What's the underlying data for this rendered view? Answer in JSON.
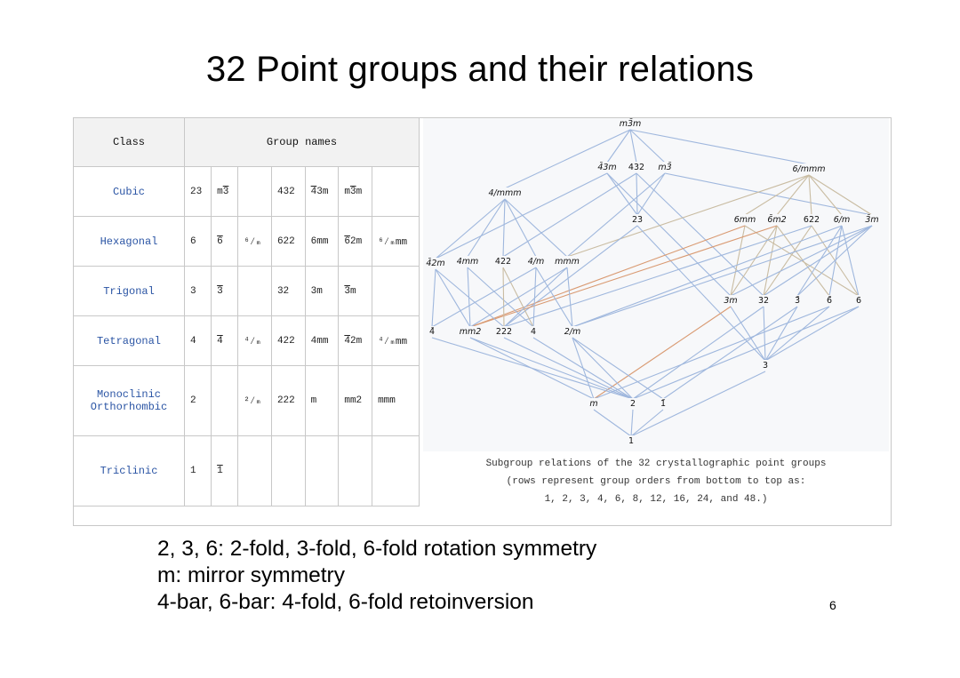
{
  "title": "32 Point groups and their relations",
  "table": {
    "header_class": "Class",
    "header_groups": "Group names",
    "rows": [
      {
        "class": "Cubic",
        "g": [
          {
            "t": "23"
          },
          {
            "t": "m3",
            "ov": "3"
          },
          {
            "t": ""
          },
          {
            "t": "432"
          },
          {
            "t": "43m",
            "ov": "4"
          },
          {
            "t": "m3m",
            "ov": "3"
          },
          {
            "t": ""
          }
        ]
      },
      {
        "class": "Hexagonal",
        "g": [
          {
            "t": "6"
          },
          {
            "t": "6",
            "ov": "6"
          },
          {
            "t": "⁶⁄ₘ"
          },
          {
            "t": "622"
          },
          {
            "t": "6mm"
          },
          {
            "t": "62m",
            "ov": "6"
          },
          {
            "t": "⁶⁄ₘmm"
          }
        ]
      },
      {
        "class": "Trigonal",
        "g": [
          {
            "t": "3"
          },
          {
            "t": "3",
            "ov": "3"
          },
          {
            "t": ""
          },
          {
            "t": "32"
          },
          {
            "t": "3m"
          },
          {
            "t": "3m",
            "ov": "3"
          },
          {
            "t": ""
          }
        ]
      },
      {
        "class": "Tetragonal",
        "g": [
          {
            "t": "4"
          },
          {
            "t": "4",
            "ov": "4"
          },
          {
            "t": "⁴⁄ₘ"
          },
          {
            "t": "422"
          },
          {
            "t": "4mm"
          },
          {
            "t": "42m",
            "ov": "4"
          },
          {
            "t": "⁴⁄ₘmm"
          }
        ]
      },
      {
        "class": "Monoclinic Orthorhombic",
        "g": [
          {
            "t": "2"
          },
          {
            "t": ""
          },
          {
            "t": "²⁄ₘ"
          },
          {
            "t": "222"
          },
          {
            "t": "m"
          },
          {
            "t": "mm2"
          },
          {
            "t": "mmm"
          }
        ]
      },
      {
        "class": "Triclinic",
        "g": [
          {
            "t": "1"
          },
          {
            "t": "1",
            "ov": "1"
          },
          {
            "t": ""
          },
          {
            "t": ""
          },
          {
            "t": ""
          },
          {
            "t": ""
          },
          {
            "t": ""
          }
        ]
      }
    ]
  },
  "diagram": {
    "nodes": [
      {
        "id": "m3m",
        "label": "m3̄m"
      },
      {
        "id": "43m",
        "label": "4̄3m"
      },
      {
        "id": "432",
        "label": "432"
      },
      {
        "id": "m3",
        "label": "m3̄"
      },
      {
        "id": "6/mmm",
        "label": "6/mmm"
      },
      {
        "id": "4/mmm",
        "label": "4/mmm"
      },
      {
        "id": "23",
        "label": "23"
      },
      {
        "id": "6mm",
        "label": "6mm"
      },
      {
        "id": "6m2",
        "label": "6̄m2"
      },
      {
        "id": "622",
        "label": "622"
      },
      {
        "id": "6/m",
        "label": "6/m"
      },
      {
        "id": "3m_bar",
        "label": "3̄m"
      },
      {
        "id": "42m",
        "label": "4̄2m"
      },
      {
        "id": "4mm",
        "label": "4mm"
      },
      {
        "id": "422",
        "label": "422"
      },
      {
        "id": "4/m",
        "label": "4/m"
      },
      {
        "id": "mmm",
        "label": "mmm"
      },
      {
        "id": "3m",
        "label": "3m"
      },
      {
        "id": "32",
        "label": "32"
      },
      {
        "id": "3bar",
        "label": "3̄"
      },
      {
        "id": "6bar",
        "label": "6̄"
      },
      {
        "id": "6",
        "label": "6"
      },
      {
        "id": "4bar",
        "label": "4̄"
      },
      {
        "id": "mm2",
        "label": "mm2"
      },
      {
        "id": "222",
        "label": "222"
      },
      {
        "id": "4",
        "label": "4"
      },
      {
        "id": "2/m",
        "label": "2/m"
      },
      {
        "id": "3",
        "label": "3"
      },
      {
        "id": "m",
        "label": "m"
      },
      {
        "id": "2",
        "label": "2"
      },
      {
        "id": "1bar",
        "label": "1̄"
      },
      {
        "id": "1",
        "label": "1"
      }
    ],
    "edges": [
      [
        "m3m",
        "43m",
        "b"
      ],
      [
        "m3m",
        "432",
        "b"
      ],
      [
        "m3m",
        "m3",
        "b"
      ],
      [
        "m3m",
        "4/mmm",
        "b"
      ],
      [
        "m3m",
        "6/mmm",
        "b"
      ],
      [
        "43m",
        "23",
        "b"
      ],
      [
        "432",
        "23",
        "b"
      ],
      [
        "m3",
        "23",
        "b"
      ],
      [
        "m3",
        "3m_bar",
        "b"
      ],
      [
        "43m",
        "42m",
        "b"
      ],
      [
        "432",
        "422",
        "b"
      ],
      [
        "m3",
        "mmm",
        "b"
      ],
      [
        "43m",
        "3m",
        "b"
      ],
      [
        "432",
        "32",
        "b"
      ],
      [
        "6/mmm",
        "6mm",
        "k"
      ],
      [
        "6/mmm",
        "6m2",
        "k"
      ],
      [
        "6/mmm",
        "622",
        "k"
      ],
      [
        "6/mmm",
        "6/m",
        "k"
      ],
      [
        "6/mmm",
        "3m_bar",
        "k"
      ],
      [
        "6/mmm",
        "mmm",
        "k"
      ],
      [
        "4/mmm",
        "42m",
        "b"
      ],
      [
        "4/mmm",
        "4mm",
        "b"
      ],
      [
        "4/mmm",
        "422",
        "b"
      ],
      [
        "4/mmm",
        "4/m",
        "b"
      ],
      [
        "4/mmm",
        "mmm",
        "b"
      ],
      [
        "23",
        "222",
        "b"
      ],
      [
        "23",
        "3",
        "b"
      ],
      [
        "6mm",
        "3m",
        "k"
      ],
      [
        "6mm",
        "6",
        "k"
      ],
      [
        "6mm",
        "mm2",
        "o"
      ],
      [
        "6m2",
        "3m",
        "k"
      ],
      [
        "6m2",
        "32",
        "k"
      ],
      [
        "6m2",
        "6bar",
        "k"
      ],
      [
        "6m2",
        "mm2",
        "o"
      ],
      [
        "622",
        "32",
        "k"
      ],
      [
        "622",
        "6",
        "k"
      ],
      [
        "622",
        "222",
        "b"
      ],
      [
        "6/m",
        "6bar",
        "b"
      ],
      [
        "6/m",
        "3bar",
        "b"
      ],
      [
        "6/m",
        "6",
        "b"
      ],
      [
        "6/m",
        "2/m",
        "b"
      ],
      [
        "3m_bar",
        "3m",
        "b"
      ],
      [
        "3m_bar",
        "32",
        "b"
      ],
      [
        "3m_bar",
        "3bar",
        "b"
      ],
      [
        "3m_bar",
        "2/m",
        "b"
      ],
      [
        "42m",
        "4bar",
        "b"
      ],
      [
        "42m",
        "mm2",
        "b"
      ],
      [
        "42m",
        "222",
        "b"
      ],
      [
        "4mm",
        "mm2",
        "b"
      ],
      [
        "4mm",
        "4",
        "b"
      ],
      [
        "422",
        "222",
        "k"
      ],
      [
        "422",
        "4",
        "k"
      ],
      [
        "4/m",
        "4",
        "b"
      ],
      [
        "4/m",
        "4bar",
        "b"
      ],
      [
        "4/m",
        "2/m",
        "b"
      ],
      [
        "mmm",
        "mm2",
        "b"
      ],
      [
        "mmm",
        "222",
        "b"
      ],
      [
        "mmm",
        "2/m",
        "b"
      ],
      [
        "3m",
        "3",
        "b"
      ],
      [
        "3m",
        "m",
        "o"
      ],
      [
        "32",
        "3",
        "b"
      ],
      [
        "32",
        "2",
        "b"
      ],
      [
        "3bar",
        "3",
        "b"
      ],
      [
        "3bar",
        "1bar",
        "b"
      ],
      [
        "6bar",
        "3",
        "b"
      ],
      [
        "6bar",
        "m",
        "b"
      ],
      [
        "6",
        "3",
        "b"
      ],
      [
        "6",
        "2",
        "b"
      ],
      [
        "4bar",
        "2",
        "b"
      ],
      [
        "mm2",
        "m",
        "b"
      ],
      [
        "mm2",
        "2",
        "b"
      ],
      [
        "222",
        "2",
        "b"
      ],
      [
        "4",
        "2",
        "b"
      ],
      [
        "2/m",
        "m",
        "b"
      ],
      [
        "2/m",
        "2",
        "b"
      ],
      [
        "2/m",
        "1bar",
        "b"
      ],
      [
        "3",
        "1",
        "b"
      ],
      [
        "m",
        "1",
        "b"
      ],
      [
        "2",
        "1",
        "b"
      ],
      [
        "1bar",
        "1",
        "b"
      ]
    ],
    "colors": {
      "b": "#9fb7dd",
      "k": "#c9bca2",
      "o": "#d99a72"
    }
  },
  "caption": {
    "line1": "Subgroup relations of the 32 crystallographic point groups",
    "line2": "(rows represent group orders from bottom to top as:",
    "line3": "1, 2, 3, 4, 6, 8, 12, 16, 24,  and 48.)"
  },
  "notes": {
    "line1": "2, 3, 6: 2-fold, 3-fold, 6-fold rotation symmetry",
    "line2": "m: mirror symmetry",
    "line3": "4-bar, 6-bar: 4-fold, 6-fold retoinversion"
  },
  "page_number": "6"
}
